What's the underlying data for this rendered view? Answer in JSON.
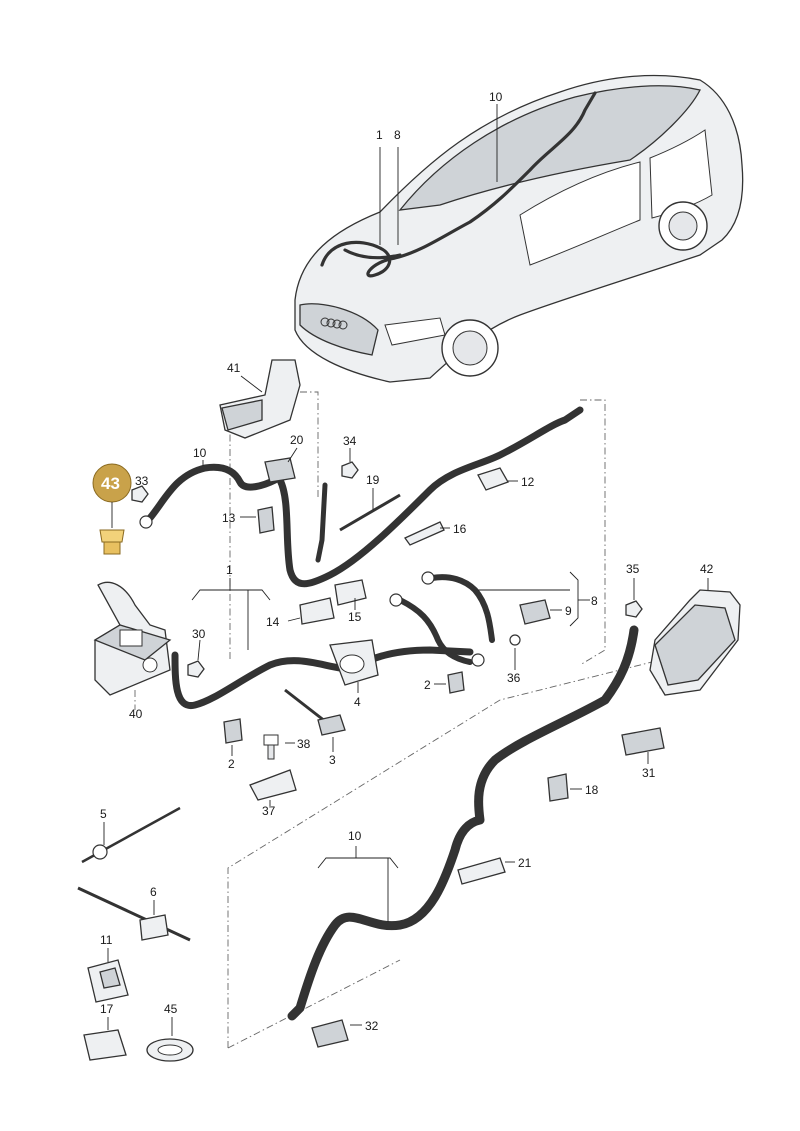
{
  "callouts": {
    "c43": "43",
    "c1_car": "1",
    "c8_car": "8",
    "c10_car": "10",
    "c41": "41",
    "c10_mid": "10",
    "c20": "20",
    "c34": "34",
    "c33": "33",
    "c19": "19",
    "c12": "12",
    "c13": "13",
    "c16": "16",
    "c1_mid": "1",
    "c35": "35",
    "c42": "42",
    "c8_right": "8",
    "c9": "9",
    "c14": "14",
    "c15": "15",
    "c30": "30",
    "c40": "40",
    "c4": "4",
    "c2_right": "2",
    "c36": "36",
    "c2_left": "2",
    "c38": "38",
    "c3": "3",
    "c37": "37",
    "c31": "31",
    "c18": "18",
    "c5": "5",
    "c10_low": "10",
    "c21": "21",
    "c6": "6",
    "c11": "11",
    "c17": "17",
    "c45": "45",
    "c32": "32"
  },
  "colors": {
    "highlight_badge": "#c9a24a",
    "line": "#333333",
    "part_fill": "#eef0f2"
  }
}
